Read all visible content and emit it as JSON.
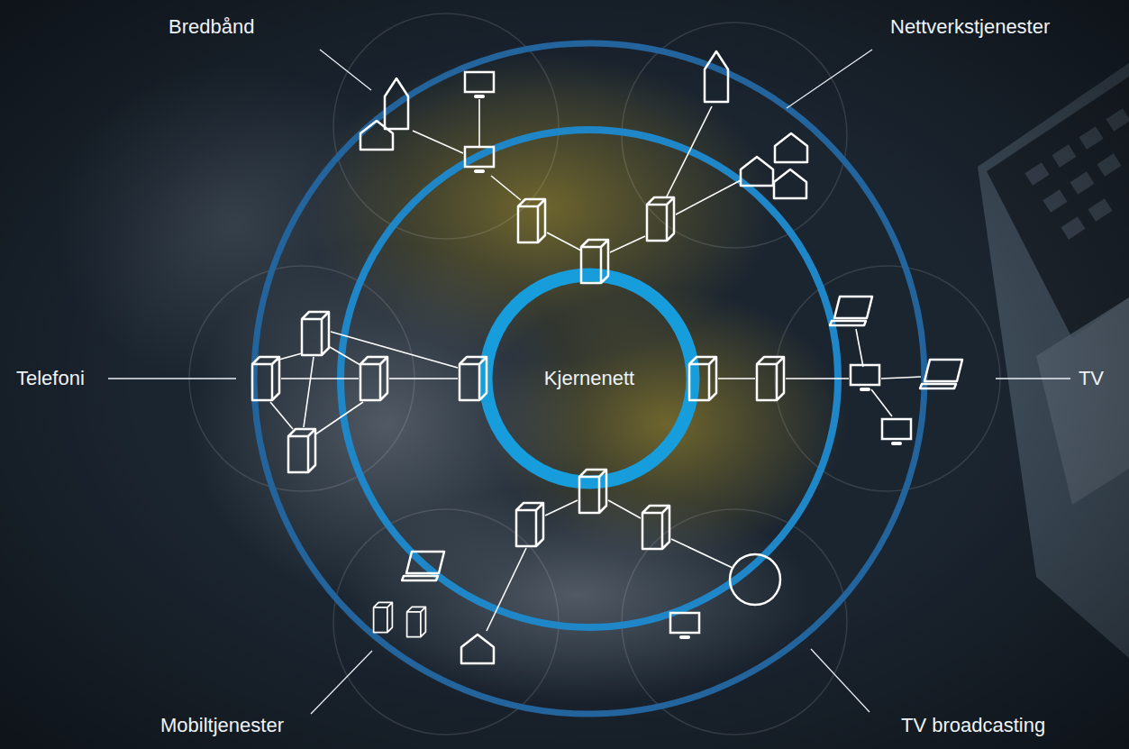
{
  "diagram": {
    "nodes": [
      {
        "text": [
          "Kjernenett"
        ]
      }
    ],
    "labels": [
      "Bredbånd",
      "Nettverkstjenester",
      "Telefoni",
      "TV",
      "Mobiltjenester",
      "TV broadcasting"
    ]
  }
}
